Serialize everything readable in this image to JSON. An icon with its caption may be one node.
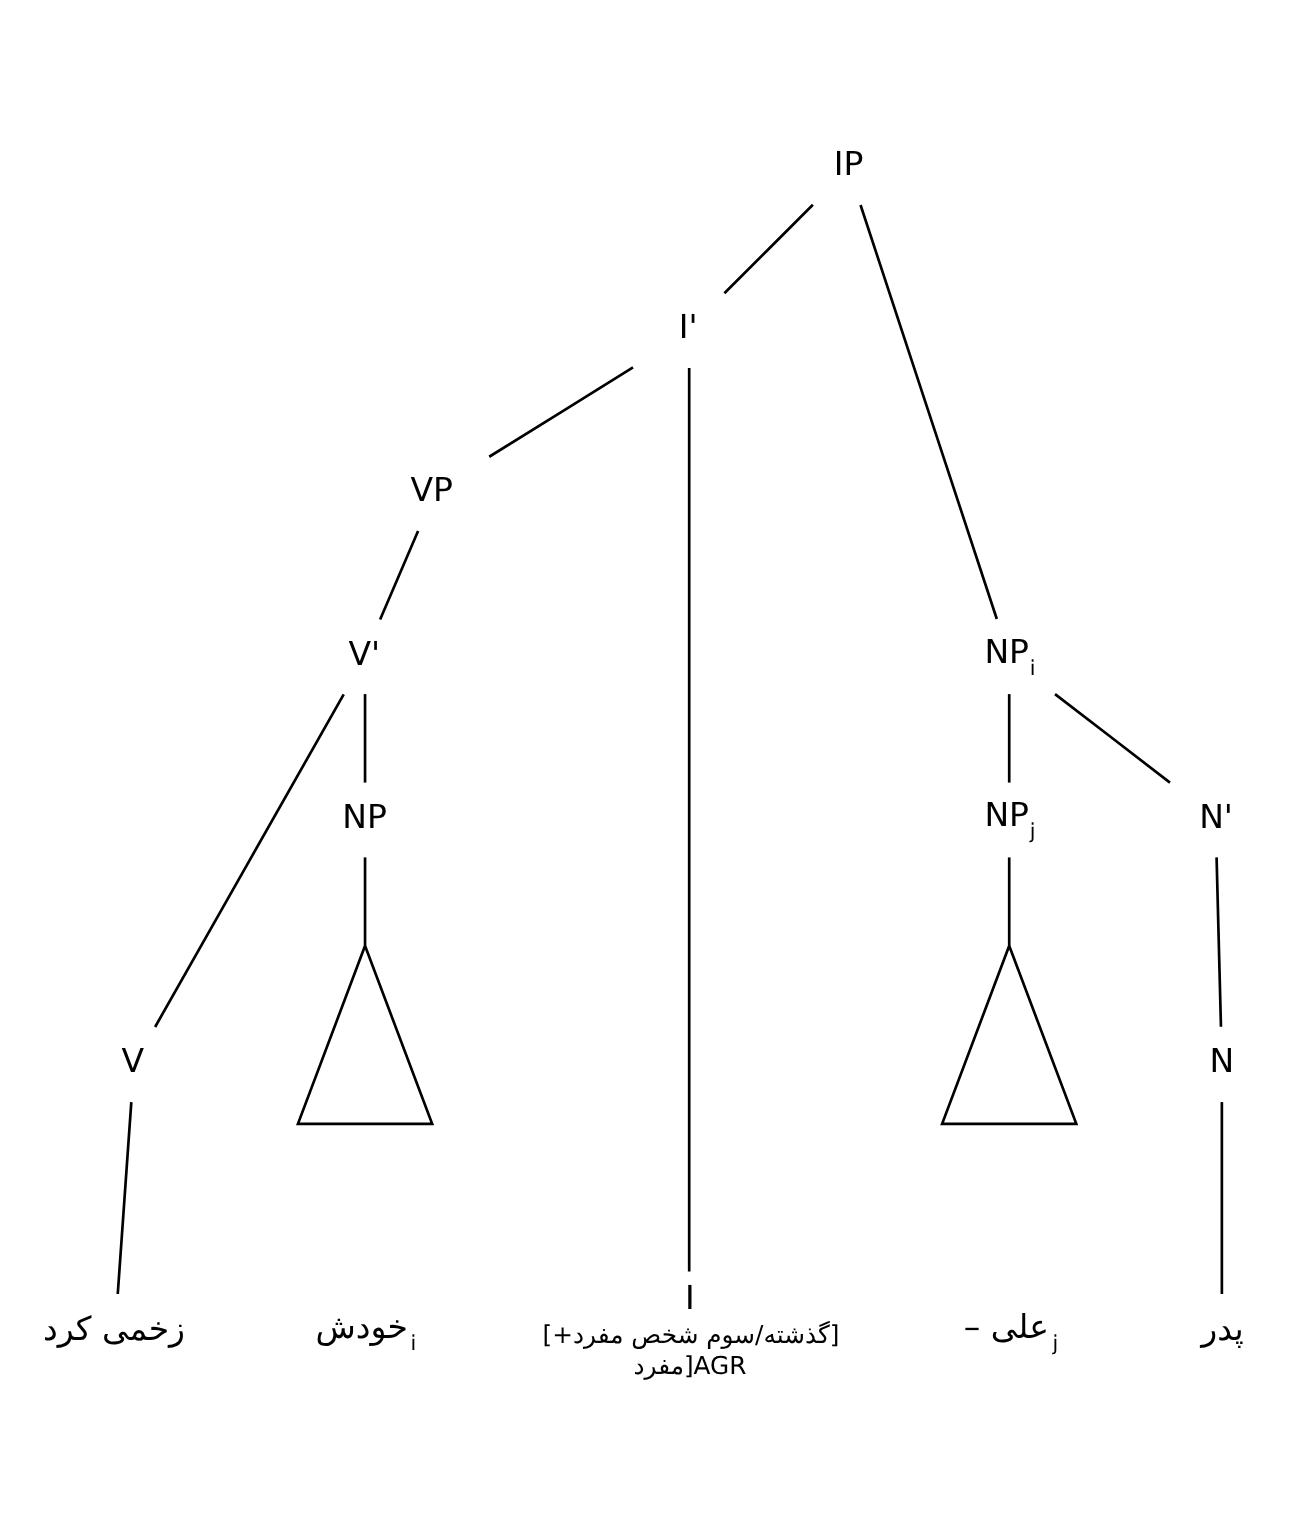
{
  "diagram": {
    "nodes": [
      {
        "text": [
          "IP"
        ]
      },
      {
        "text": [
          "I'"
        ]
      },
      {
        "text": [
          "NP$_{i}$"
        ]
      },
      {
        "text": [
          "NP$_{j}$"
        ]
      },
      {
        "text": [
          "VP"
        ]
      },
      {
        "text": [
          "I"
        ],
        "beside": [
          "[+گذشته/سوم شخص مفرد]",
          "مفرد]AGR"
        ]
      },
      {
        "text": [
          "N'"
        ]
      },
      {
        "text": [
          "V'"
        ]
      },
      {
        "text": [
          "V"
        ]
      },
      {
        "text": [
          "NP"
        ]
      },
      {
        "text": [
          "N"
        ]
      },
      {
        "text": [],
        "shape": "triangle"
      },
      {
        "text": [],
        "shape": "triangle"
      },
      {
        "text": [
          "زخمی کرد"
        ]
      },
      {
        "text": [
          "خودش$_{i}$"
        ]
      },
      {
        "text": [
          "– علی$_{j}$"
        ]
      },
      {
        "text": [
          "پدر"
        ]
      }
    ],
    "edges": [
      {
        "from": 0,
        "to": 1,
        "arrow": "none"
      },
      {
        "from": 0,
        "to": 2,
        "arrow": "none"
      },
      {
        "from": 1,
        "to": 4,
        "arrow": "none"
      },
      {
        "from": 1,
        "to": 5,
        "arrow": "none"
      },
      {
        "from": 2,
        "to": 3,
        "arrow": "none"
      },
      {
        "from": 2,
        "to": 6,
        "arrow": "none"
      },
      {
        "from": 4,
        "to": 7,
        "arrow": "none"
      },
      {
        "from": 7,
        "to": 8,
        "arrow": "none"
      },
      {
        "from": 7,
        "to": 9,
        "arrow": "none"
      },
      {
        "from": 6,
        "to": 10,
        "arrow": "none"
      },
      {
        "from": 8,
        "to": 13,
        "arrow": "none"
      },
      {
        "from": 9,
        "to": 11,
        "arrow": "none"
      },
      {
        "from": 3,
        "to": 12,
        "arrow": "none"
      },
      {
        "from": 10,
        "to": 16,
        "arrow": "none"
      }
    ]
  }
}
